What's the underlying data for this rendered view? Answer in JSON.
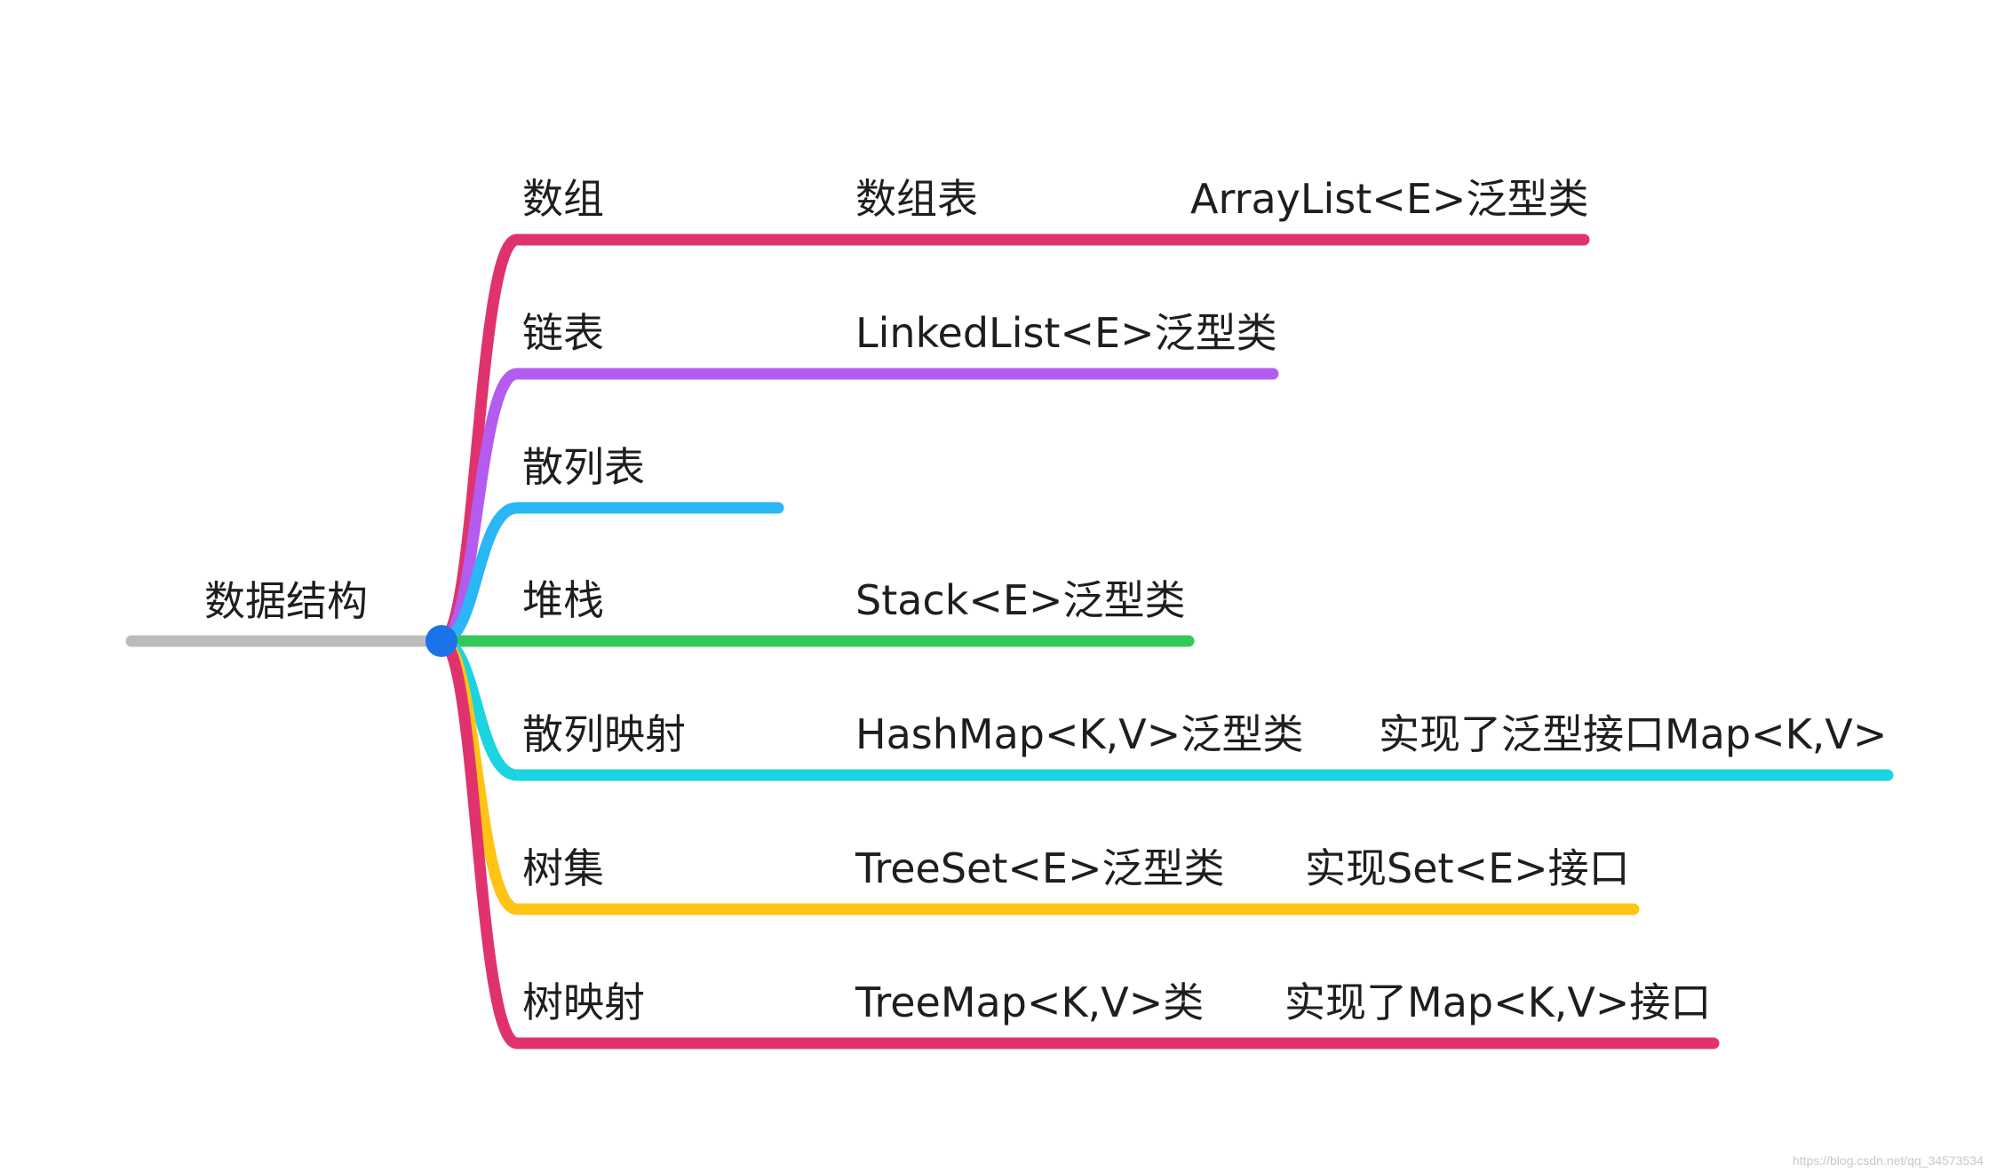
{
  "root": {
    "label": "数据结构",
    "line_color": "#bbbbbb",
    "node_color": "#1a73e8"
  },
  "branches": [
    {
      "label": "数组",
      "color": "#e0336e",
      "children": [
        {
          "label": "数组表"
        },
        {
          "label": "ArrayList<E>泛型类"
        }
      ]
    },
    {
      "label": "链表",
      "color": "#b45cf0",
      "children": [
        {
          "label": "LinkedList<E>泛型类"
        }
      ]
    },
    {
      "label": "散列表",
      "color": "#2bb6f5",
      "children": []
    },
    {
      "label": "堆栈",
      "color": "#34c759",
      "children": [
        {
          "label": "Stack<E>泛型类"
        }
      ]
    },
    {
      "label": "散列映射",
      "color": "#1ad4e0",
      "children": [
        {
          "label": "HashMap<K,V>泛型类"
        },
        {
          "label": "实现了泛型接口Map<K,V>"
        }
      ]
    },
    {
      "label": "树集",
      "color": "#ffc414",
      "children": [
        {
          "label": "TreeSet<E>泛型类"
        },
        {
          "label": "实现Set<E>接口"
        }
      ]
    },
    {
      "label": "树映射",
      "color": "#e0336e",
      "children": [
        {
          "label": "TreeMap<K,V>类"
        },
        {
          "label": "实现了Map<K,V>接口"
        }
      ]
    }
  ],
  "watermark": "https://blog.csdn.net/qq_34573534"
}
